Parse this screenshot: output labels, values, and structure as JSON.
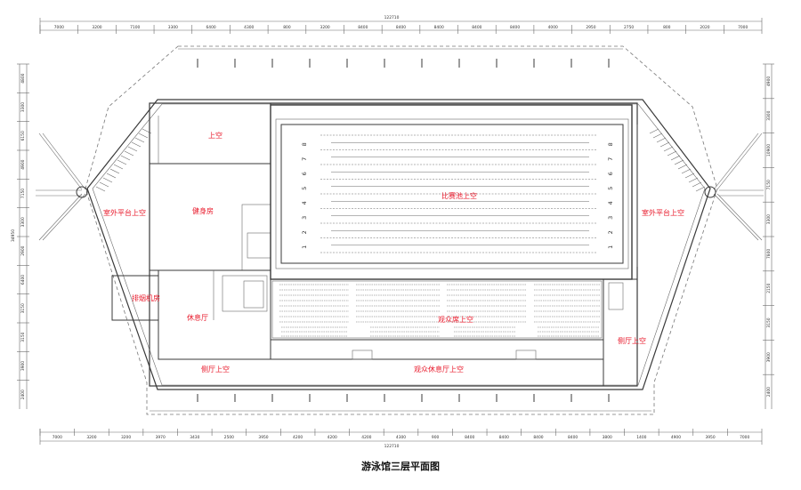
{
  "title": "游泳馆三层平面图",
  "rooms": {
    "top_void": "上空",
    "gym": "健身房",
    "pool_void": "比赛池上空",
    "terrace_left": "室外平台上空",
    "terrace_right": "室外平台上空",
    "smoke_room": "排烟机房",
    "lounge": "休息厅",
    "stands_void": "观众席上空",
    "side_hall_left": "侧厅上空",
    "side_hall_right": "侧厅上空",
    "audience_lounge": "观众休息厅上空"
  },
  "lanes": [
    "1",
    "2",
    "3",
    "4",
    "5",
    "6",
    "7",
    "8"
  ],
  "dimensions": {
    "overall_width": "122710",
    "overall_height": "34950",
    "top_segments": [
      "7000",
      "3200",
      "7100",
      "3300",
      "6400",
      "4300",
      "800",
      "3200",
      "8400",
      "8400",
      "8400",
      "8400",
      "8400",
      "4000",
      "2950",
      "2750",
      "800",
      "2020",
      "7000"
    ],
    "bottom_segments": [
      "7000",
      "3200",
      "3200",
      "3970",
      "3430",
      "2500",
      "3950",
      "4200",
      "4200",
      "4200",
      "4300",
      "900",
      "8400",
      "8400",
      "8400",
      "8400",
      "3800",
      "1400",
      "4900",
      "3950",
      "7000"
    ],
    "left_segments": [
      "4800",
      "3300",
      "6150",
      "4900",
      "7150",
      "3300",
      "2900",
      "6400",
      "3150",
      "3150",
      "3900",
      "2400"
    ],
    "right_segments": [
      "4900",
      "3300",
      "10900",
      "7150",
      "3300",
      "7800",
      "2150",
      "3150",
      "3900",
      "2400"
    ]
  }
}
